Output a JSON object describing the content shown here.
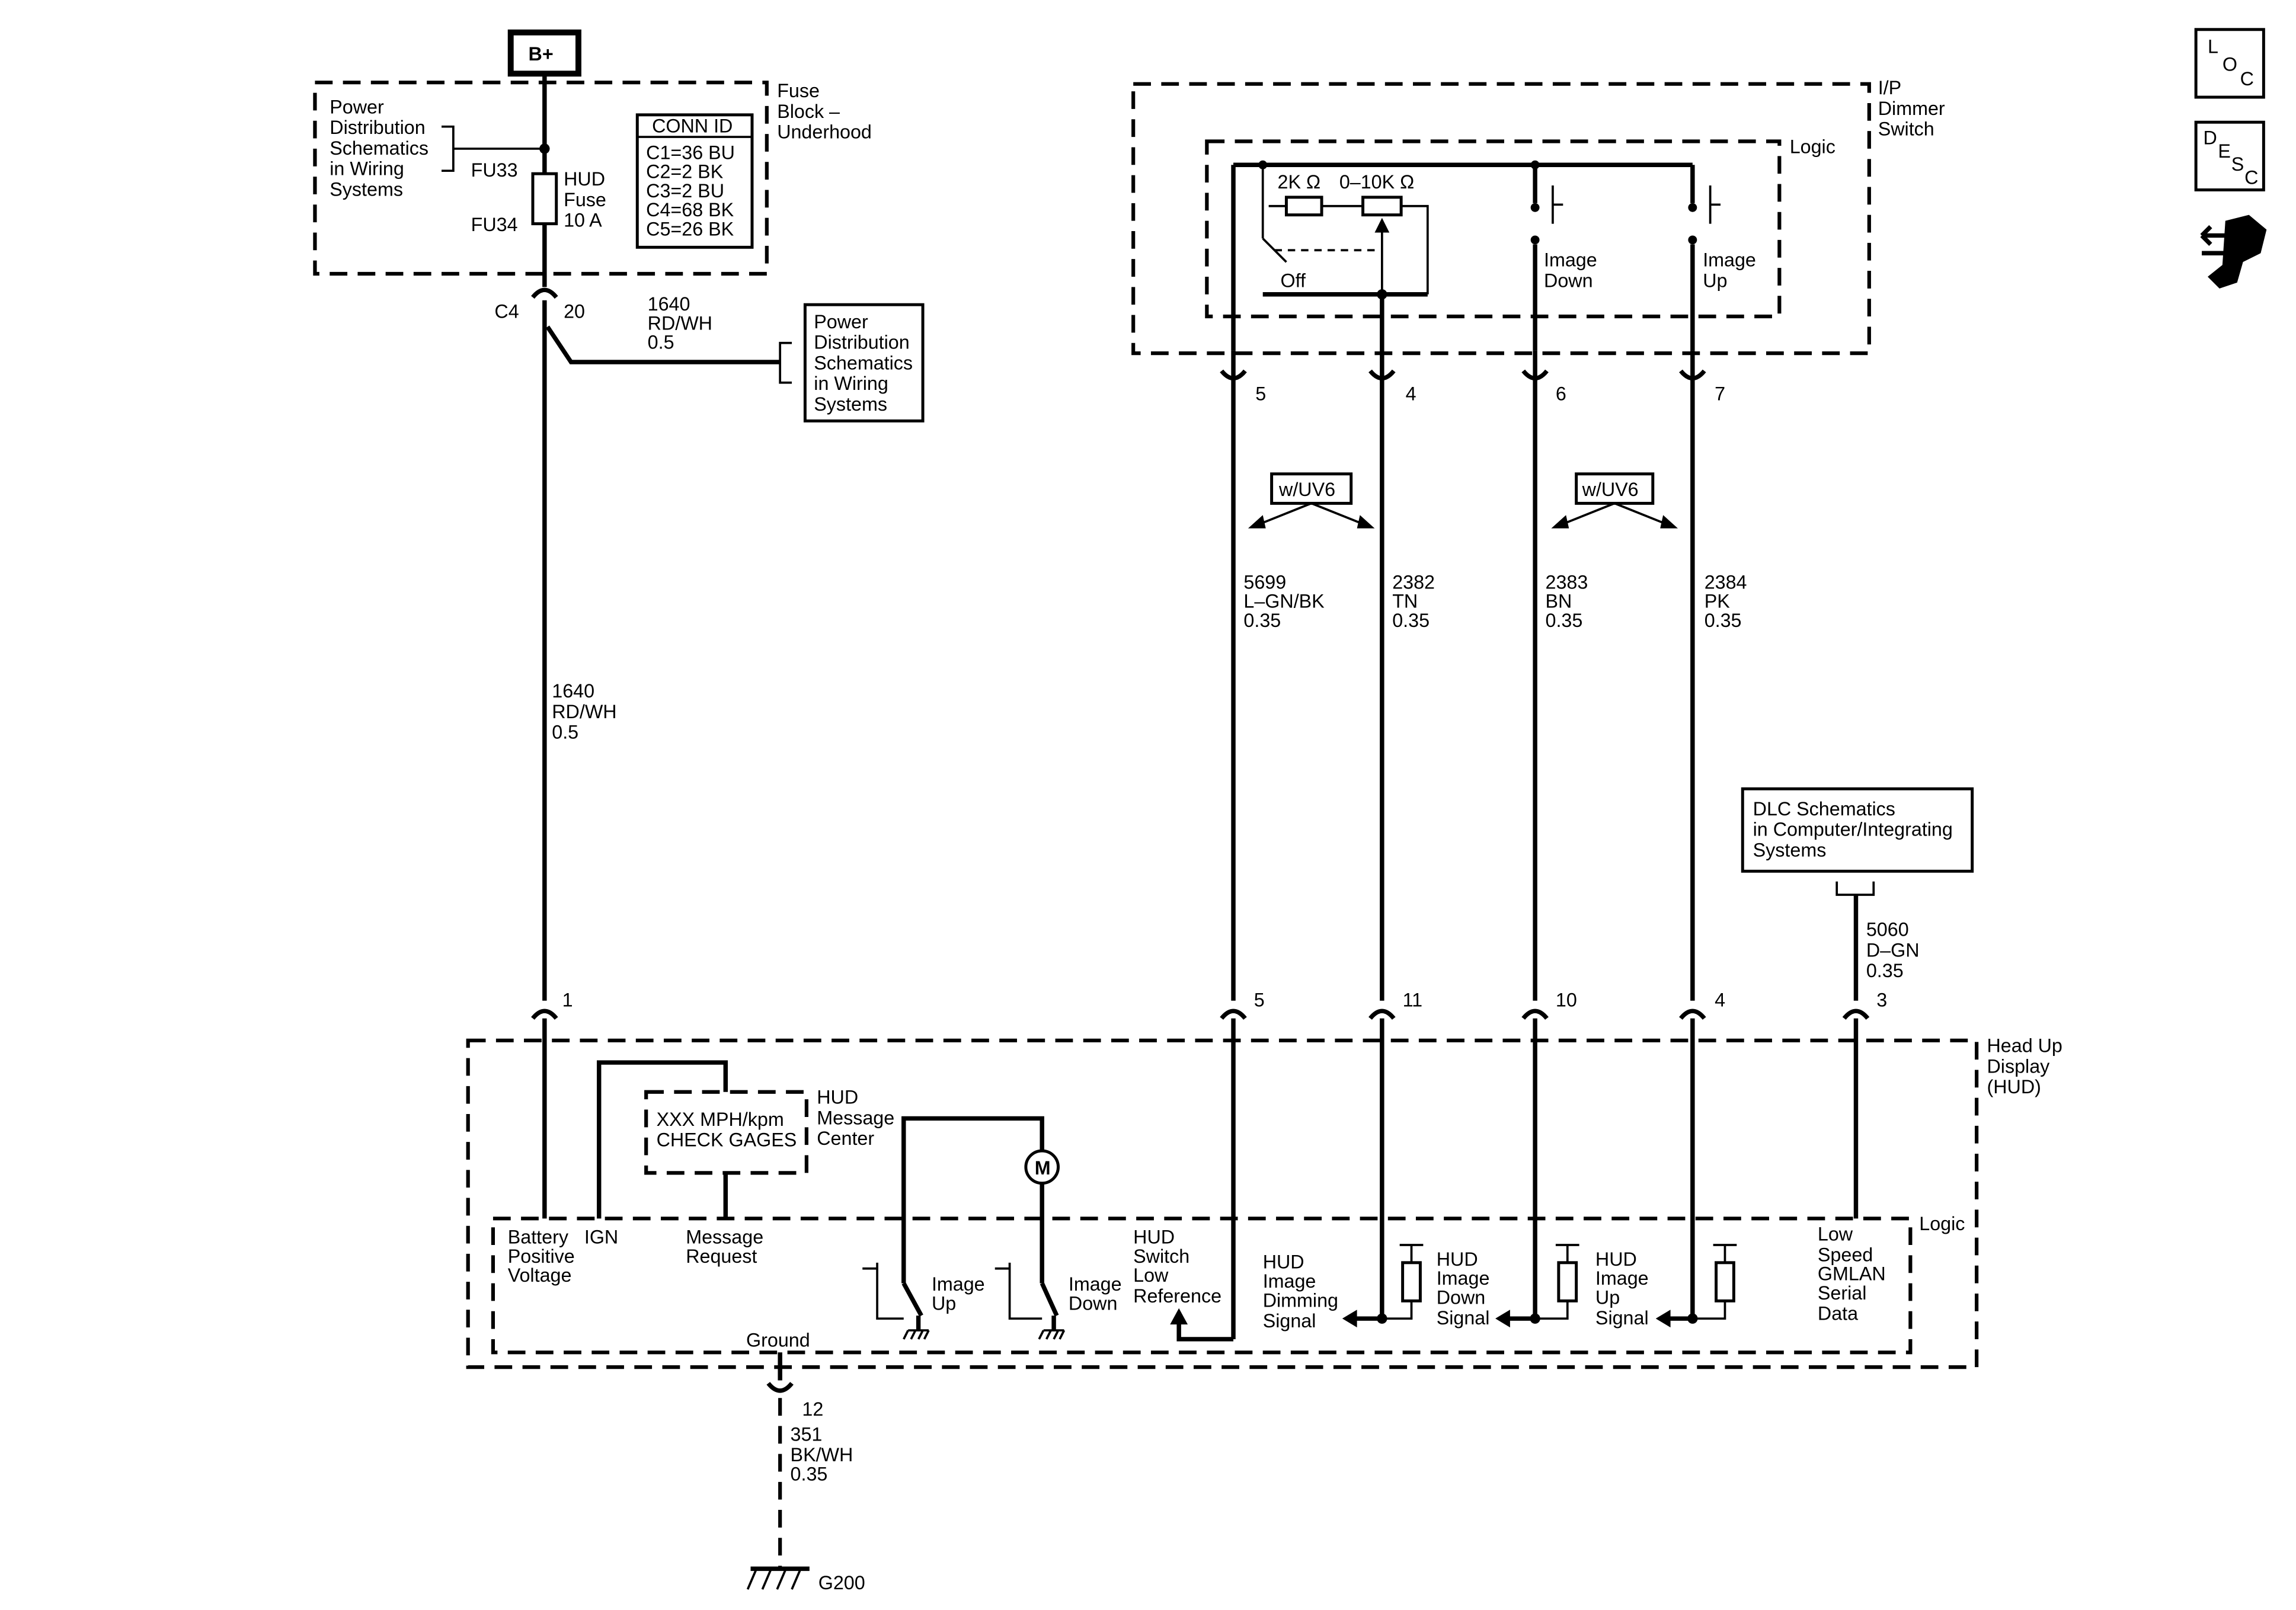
{
  "nav_icons": {
    "loc": [
      "L",
      "O",
      "C"
    ],
    "desc": [
      "D",
      "E",
      "S",
      "C"
    ],
    "loc_icon": "loc-icon",
    "desc_icon": "desc-icon",
    "hand_icon": "connector-hand-icon"
  },
  "power": {
    "b_plus": "B+"
  },
  "fuse_block": {
    "label": [
      "Fuse",
      "Block –",
      "Underhood"
    ],
    "pd_ref": [
      "Power",
      "Distribution",
      "Schematics",
      "in Wiring",
      "Systems"
    ],
    "fu33": "FU33",
    "fu34": "FU34",
    "fuse_label": [
      "HUD",
      "Fuse",
      "10 A"
    ],
    "conn_id_title": "CONN ID",
    "conn_ids": [
      "C1=36 BU",
      "C2=2 BK",
      "C3=2 BU",
      "C4=68 BK",
      "C5=26 BK"
    ]
  },
  "c4": {
    "conn": "C4",
    "pin": "20",
    "branch_wire": [
      "1640",
      "RD/WH",
      "0.5"
    ],
    "branch_ref": [
      "Power",
      "Distribution",
      "Schematics",
      "in Wiring",
      "Systems"
    ]
  },
  "main_wire": [
    "1640",
    "RD/WH",
    "0.5"
  ],
  "dimmer": {
    "label": [
      "I/P",
      "Dimmer",
      "Switch"
    ],
    "logic": "Logic",
    "res_2k": "2K Ω",
    "res_pot": "0–10K Ω",
    "off": "Off",
    "image_down": [
      "Image",
      "Down"
    ],
    "image_up": [
      "Image",
      "Up"
    ],
    "pins": [
      "5",
      "4",
      "6",
      "7"
    ]
  },
  "options": {
    "left": "w/UV6",
    "right": "w/UV6"
  },
  "wires": [
    [
      "5699",
      "L–GN/BK",
      "0.35"
    ],
    [
      "2382",
      "TN",
      "0.35"
    ],
    [
      "2383",
      "BN",
      "0.35"
    ],
    [
      "2384",
      "PK",
      "0.35"
    ]
  ],
  "dlc": {
    "label": [
      "DLC Schematics",
      "in Computer/Integrating",
      "Systems"
    ],
    "wire": [
      "5060",
      "D–GN",
      "0.35"
    ]
  },
  "hud": {
    "label": [
      "Head Up",
      "Display",
      "(HUD)"
    ],
    "logic": "Logic",
    "pins": [
      "1",
      "5",
      "11",
      "10",
      "4",
      "3"
    ],
    "message_center": [
      "HUD",
      "Message",
      "Center"
    ],
    "display_text": [
      "XXX MPH/kpm",
      "CHECK GAGES"
    ],
    "motor": "M",
    "battery": [
      "Battery",
      "Positive",
      "Voltage"
    ],
    "ign": "IGN",
    "msg_req": [
      "Message",
      "Request"
    ],
    "sw_image_up": [
      "Image",
      "Up"
    ],
    "sw_image_down": [
      "Image",
      "Down"
    ],
    "low_ref": [
      "HUD",
      "Switch",
      "Low",
      "Reference"
    ],
    "dimming": [
      "HUD",
      "Image",
      "Dimming",
      "Signal"
    ],
    "down_signal": [
      "HUD",
      "Image",
      "Down",
      "Signal"
    ],
    "up_signal": [
      "HUD",
      "Image",
      "Up",
      "Signal"
    ],
    "gmlan": [
      "Low",
      "Speed",
      "GMLAN",
      "Serial",
      "Data"
    ],
    "ground": "Ground"
  },
  "ground_circuit": {
    "pin": "12",
    "wire": [
      "351",
      "BK/WH",
      "0.35"
    ],
    "ground_id": "G200"
  }
}
